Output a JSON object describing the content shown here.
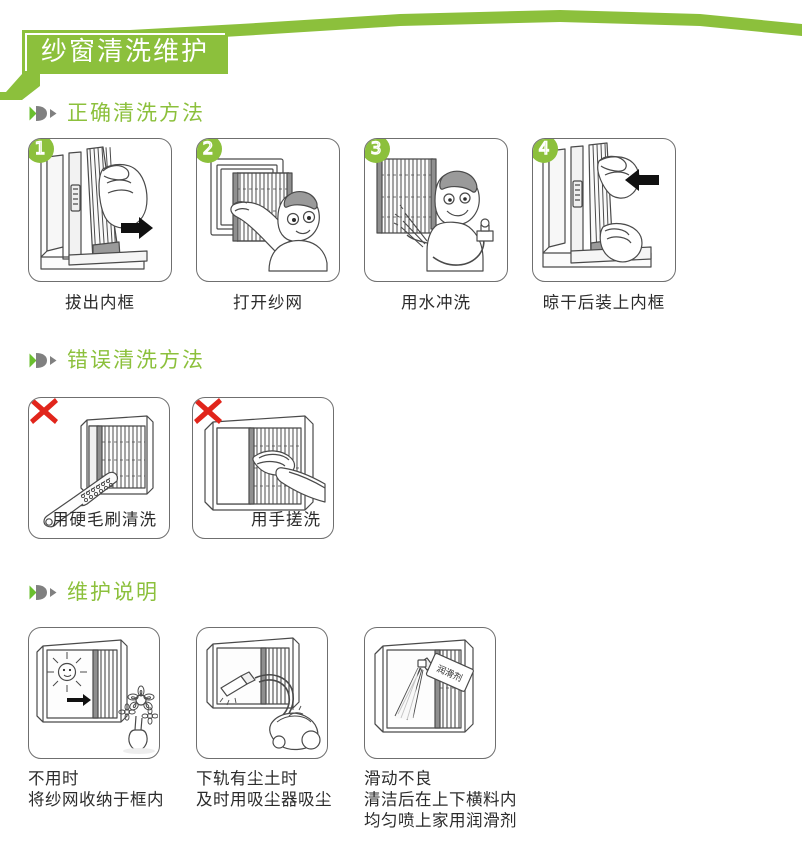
{
  "header": {
    "title": "纱窗清洗维护",
    "accent_green": "#8CC03C",
    "title_text_color": "#FFFFFF",
    "decor_icon": "green-arc-swoosh"
  },
  "sections": [
    {
      "id": "correct",
      "bullet_icon": "green-arrow-bullet-icon",
      "title": "正确清洗方法",
      "steps": [
        {
          "number": "1",
          "caption": "拔出内框",
          "illustration": "hand-pulling-inner-frame-with-right-arrow"
        },
        {
          "number": "2",
          "caption": "打开纱网",
          "illustration": "person-opening-screen-mesh"
        },
        {
          "number": "3",
          "caption": "用水冲洗",
          "illustration": "person-rinsing-mesh-with-hose"
        },
        {
          "number": "4",
          "caption": "晾干后装上内框",
          "illustration": "hands-installing-inner-frame-with-left-arrow"
        }
      ]
    },
    {
      "id": "wrong",
      "bullet_icon": "green-arrow-bullet-icon",
      "title": "错误清洗方法",
      "mark_icon": "red-x-icon",
      "mark_color": "#E1251B",
      "items": [
        {
          "caption": "用硬毛刷清洗",
          "illustration": "stiff-bristle-brush-and-screen"
        },
        {
          "caption": "用手搓洗",
          "illustration": "hand-scrubbing-screen-mesh"
        }
      ]
    },
    {
      "id": "maintenance",
      "bullet_icon": "green-arrow-bullet-icon",
      "title": "维护说明",
      "items": [
        {
          "caption": "不用时\n将纱网收纳于框内",
          "illustration": "sun-window-flowers-retract-screen"
        },
        {
          "caption": "下轨有尘土时\n及时用吸尘器吸尘",
          "illustration": "vacuum-cleaner-on-lower-track"
        },
        {
          "caption": "滑动不良\n清洁后在上下横料内\n均匀喷上家用润滑剂",
          "illustration": "spray-lubricant-can-on-window",
          "spray_label": "润滑剂"
        }
      ]
    }
  ]
}
